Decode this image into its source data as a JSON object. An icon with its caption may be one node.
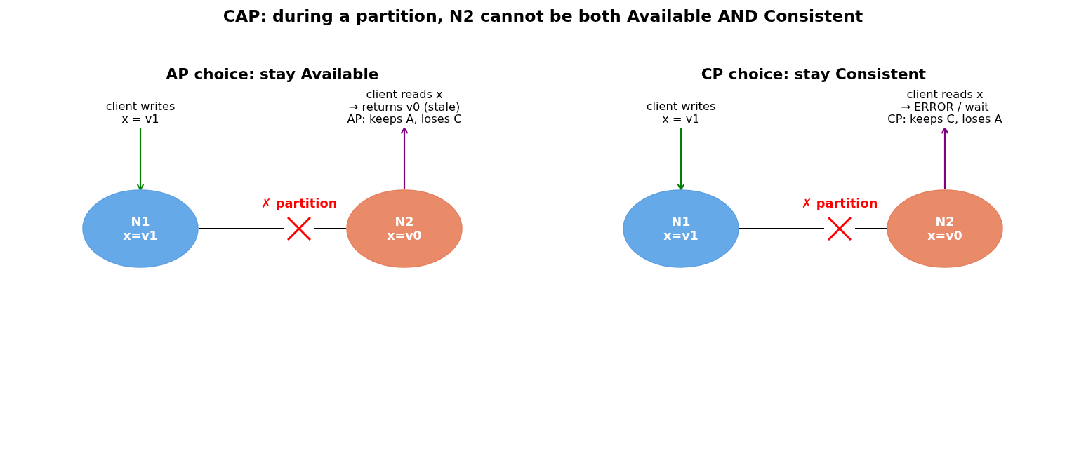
{
  "diagram": {
    "title": "CAP: during a partition, N2 cannot be both Available AND Consistent",
    "nodes": [
      {
        "text": [
          "client writes",
          "x = v1"
        ]
      },
      {
        "text": [
          "client reads x",
          "→ returns v0 (stale)",
          "AP: keeps A, loses C"
        ]
      },
      {
        "text": [
          "N1",
          "x=v1"
        ]
      },
      {
        "text": [],
        "shape": "cross",
        "beside": [
          "✗ partition"
        ]
      },
      {
        "text": [
          "N2",
          "x=v0"
        ]
      },
      {
        "text": [
          "client writes",
          "x = v1"
        ]
      },
      {
        "text": [
          "client reads x",
          "→ ERROR / wait",
          "CP: keeps C, loses A"
        ]
      },
      {
        "text": [
          "N1",
          "x=v1"
        ]
      },
      {
        "text": [],
        "shape": "cross",
        "beside": [
          "✗ partition"
        ]
      },
      {
        "text": [
          "N2",
          "x=v0"
        ]
      }
    ],
    "edges": [
      {
        "from": 0,
        "to": 2,
        "arrow": "to",
        "color": "#008000"
      },
      {
        "from": 4,
        "to": 1,
        "arrow": "to",
        "color": "#800080"
      },
      {
        "from": 2,
        "to": 3,
        "arrow": "none"
      },
      {
        "from": 3,
        "to": 4,
        "arrow": "none"
      },
      {
        "from": 5,
        "to": 7,
        "arrow": "to",
        "color": "#008000"
      },
      {
        "from": 9,
        "to": 6,
        "arrow": "to",
        "color": "#800080"
      },
      {
        "from": 7,
        "to": 8,
        "arrow": "none"
      },
      {
        "from": 8,
        "to": 9,
        "arrow": "none"
      }
    ],
    "labels": [
      "AP choice: stay Available",
      "CP choice: stay Consistent"
    ]
  }
}
